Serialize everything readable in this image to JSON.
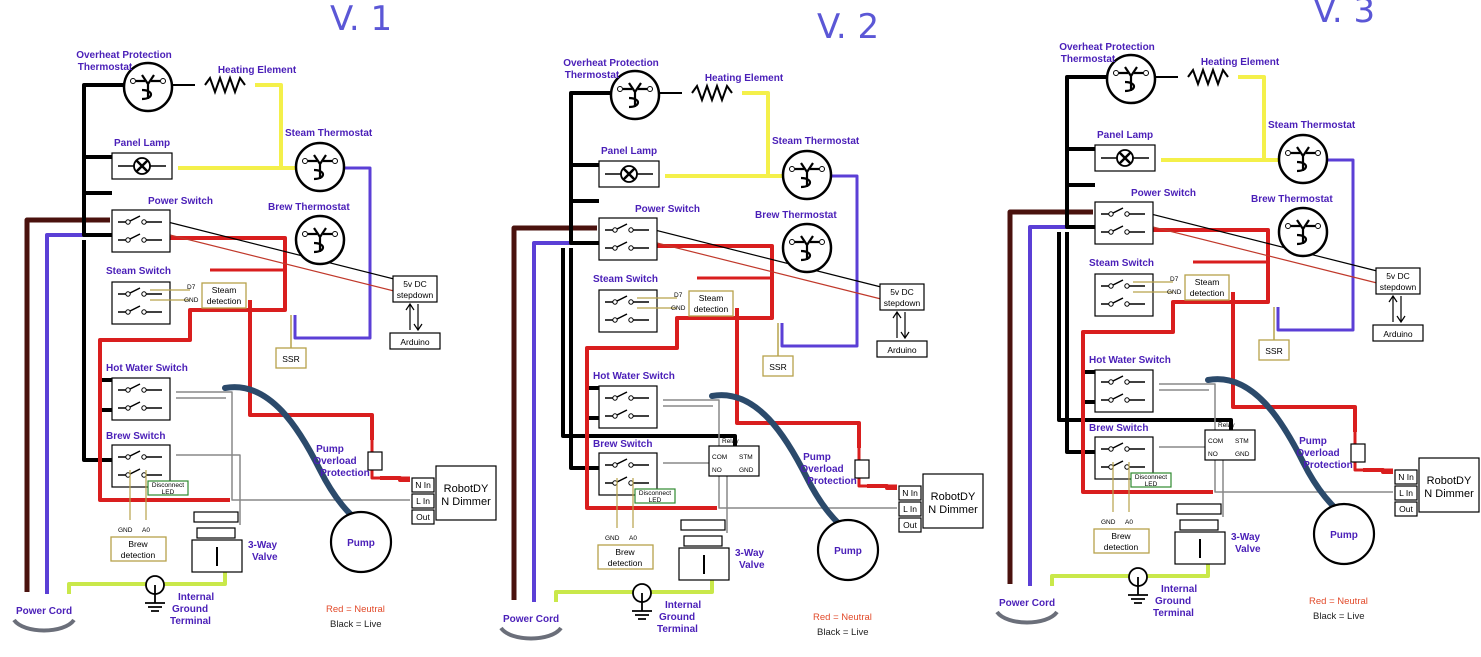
{
  "panels": [
    {
      "id": "v1",
      "title": "V. 1",
      "has_relay": false
    },
    {
      "id": "v2",
      "title": "V. 2",
      "has_relay": true
    },
    {
      "id": "v3",
      "title": "V. 3",
      "has_relay": true
    }
  ],
  "labels": {
    "overheat_1": "Overheat Protection",
    "overheat_2": "Thermostat",
    "heating_element": "Heating Element",
    "panel_lamp": "Panel Lamp",
    "steam_thermostat": "Steam Thermostat",
    "power_switch": "Power Switch",
    "brew_thermostat": "Brew Thermostat",
    "steam_switch": "Steam Switch",
    "hot_water_switch": "Hot Water Switch",
    "brew_switch": "Brew Switch",
    "pump_overload_1": "Pump",
    "pump_overload_2": "Overload",
    "pump_overload_3": "Protection",
    "pump": "Pump",
    "valve_1": "3-Way",
    "valve_2": "Valve",
    "ground_1": "Internal",
    "ground_2": "Ground",
    "ground_3": "Terminal",
    "power_cord": "Power Cord",
    "stepdown_1": "5v DC",
    "stepdown_2": "stepdown",
    "arduino": "Arduino",
    "ssr": "SSR",
    "steam_detect_1": "Steam",
    "steam_detect_2": "detection",
    "brew_detect_1": "Brew",
    "brew_detect_2": "detection",
    "pin_d7": "D7",
    "pin_gnd": "GND",
    "pin_a0": "A0",
    "disconnect_1": "Disconnect",
    "disconnect_2": "LED",
    "dimmer_1": "RobotDY",
    "dimmer_2": "N Dimmer",
    "dimmer_nin": "N In",
    "dimmer_lin": "L In",
    "dimmer_out": "Out",
    "relay": "Relay",
    "relay_com": "COM",
    "relay_stm": "STM",
    "relay_no": "NO",
    "relay_gnd": "GND",
    "legend_red": "Red = Neutral",
    "legend_black": "Black = Live"
  },
  "colors": {
    "live": "#000000",
    "neutral": "#d91e1e",
    "yellow": "#f4f04a",
    "purple": "#5b3fd6",
    "brown": "#4a120e",
    "ground": "#c9e84a",
    "hose": "#2b4a6b"
  }
}
